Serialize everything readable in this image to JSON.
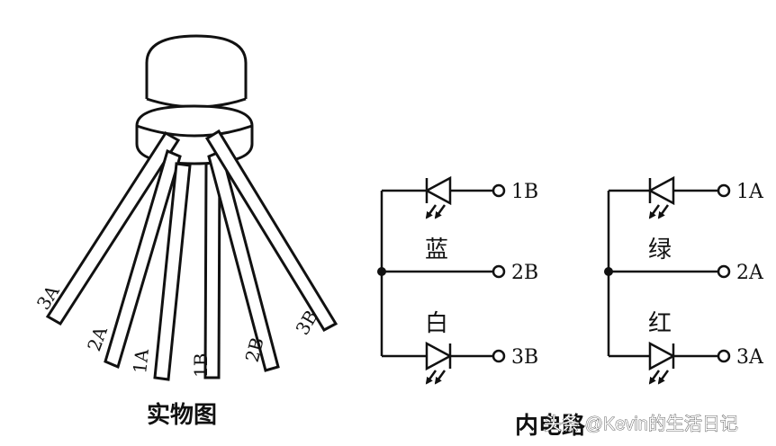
{
  "physical": {
    "caption": "实物图",
    "pin_labels": {
      "p3A": "3A",
      "p2A": "2A",
      "p1A": "1A",
      "p1B": "1B",
      "p2B": "2B",
      "p3B": "3B"
    }
  },
  "internal": {
    "caption": "内电路",
    "left_circuit": {
      "pin_top": "1B",
      "pin_mid": "2B",
      "pin_bot": "3B",
      "color_top": "蓝",
      "color_bot": "白"
    },
    "right_circuit": {
      "pin_top": "1A",
      "pin_mid": "2A",
      "pin_bot": "3A",
      "color_top": "绿",
      "color_bot": "红"
    }
  },
  "watermark": "头条 @Kevin的生活日记",
  "colors": {
    "line": "#111111",
    "background": "#ffffff"
  }
}
